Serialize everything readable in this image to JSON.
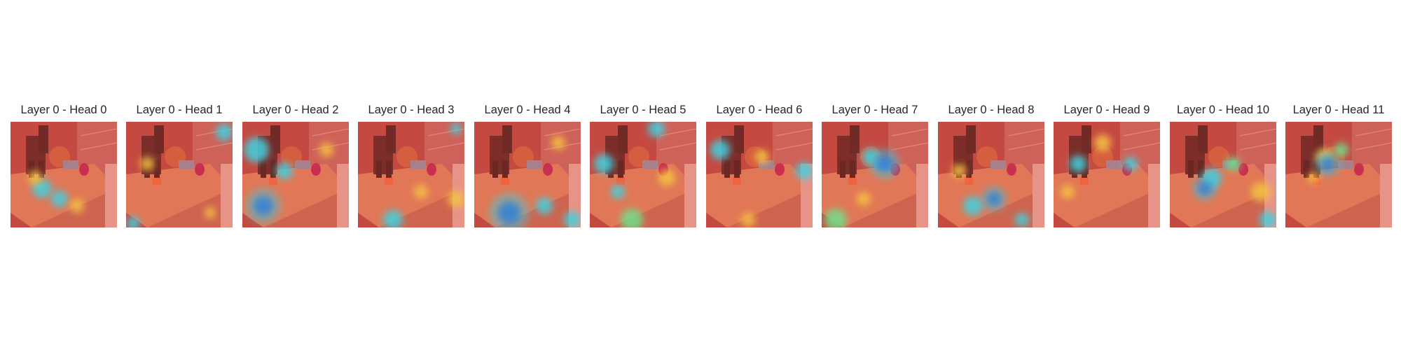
{
  "panels": [
    {
      "title": "Layer 0 - Head 0"
    },
    {
      "title": "Layer 0 - Head 1"
    },
    {
      "title": "Layer 0 - Head 2"
    },
    {
      "title": "Layer 0 - Head 3"
    },
    {
      "title": "Layer 0 - Head 4"
    },
    {
      "title": "Layer 0 - Head 5"
    },
    {
      "title": "Layer 0 - Head 6"
    },
    {
      "title": "Layer 0 - Head 7"
    },
    {
      "title": "Layer 0 - Head 8"
    },
    {
      "title": "Layer 0 - Head 9"
    },
    {
      "title": "Layer 0 - Head 10"
    },
    {
      "title": "Layer 0 - Head 11"
    }
  ],
  "colors": {
    "overlay_base": "#d9534a",
    "hot": "#ff3b1f",
    "warm": "#f5c242",
    "cool_green": "#6fe08a",
    "cool_cyan": "#3fd0e0",
    "cold_blue": "#1f3fd0"
  }
}
